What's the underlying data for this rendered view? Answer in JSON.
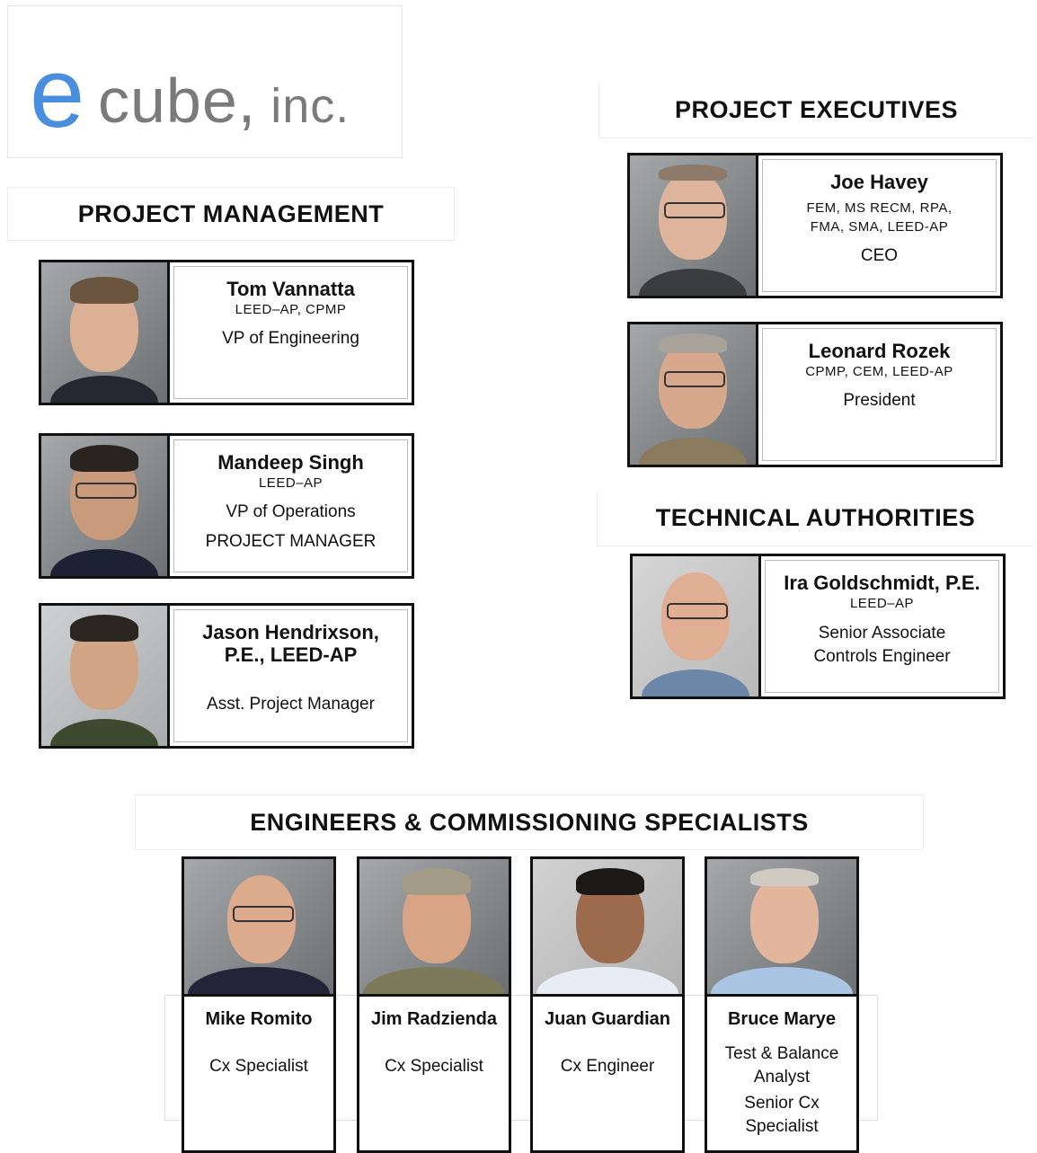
{
  "logo": {
    "e": "e",
    "rest": "cube",
    "comma": ",",
    "inc": " inc."
  },
  "sections": {
    "project_management": "PROJECT MANAGEMENT",
    "project_executives": "PROJECT EXECUTIVES",
    "technical_authorities": "TECHNICAL AUTHORITIES",
    "engineers": "ENGINEERS & COMMISSIONING SPECIALISTS"
  },
  "management": [
    {
      "name": "Tom Vannatta",
      "credentials": "LEED–AP, CPMP",
      "role": "VP of Engineering",
      "role2": ""
    },
    {
      "name": "Mandeep Singh",
      "credentials": "LEED–AP",
      "role": "VP of Operations",
      "role2": "PROJECT MANAGER"
    },
    {
      "name": "Jason Hendrixson,",
      "name2": "P.E., LEED-AP",
      "credentials": "",
      "role": "Asst. Project Manager",
      "role2": ""
    }
  ],
  "executives": [
    {
      "name": "Joe Havey",
      "credentials": "FEM, MS RECM, RPA,",
      "credentials2": "FMA, SMA, LEED-AP",
      "role": "CEO"
    },
    {
      "name": "Leonard Rozek",
      "credentials": "CPMP, CEM, LEED-AP",
      "credentials2": "",
      "role": "President"
    }
  ],
  "technical": [
    {
      "name": "Ira Goldschmidt, P.E.",
      "credentials": "LEED–AP",
      "role": "Senior Associate",
      "role2": "Controls Engineer"
    }
  ],
  "engineers": [
    {
      "name": "Mike Romito",
      "role": "Cx Specialist",
      "role2": ""
    },
    {
      "name": "Jim Radzienda",
      "role": "Cx Specialist",
      "role2": ""
    },
    {
      "name": "Juan Guardian",
      "role": "Cx Engineer",
      "role2": ""
    },
    {
      "name": "Bruce Marye",
      "role": "Test & Balance Analyst",
      "role2": "Senior Cx Specialist"
    }
  ]
}
